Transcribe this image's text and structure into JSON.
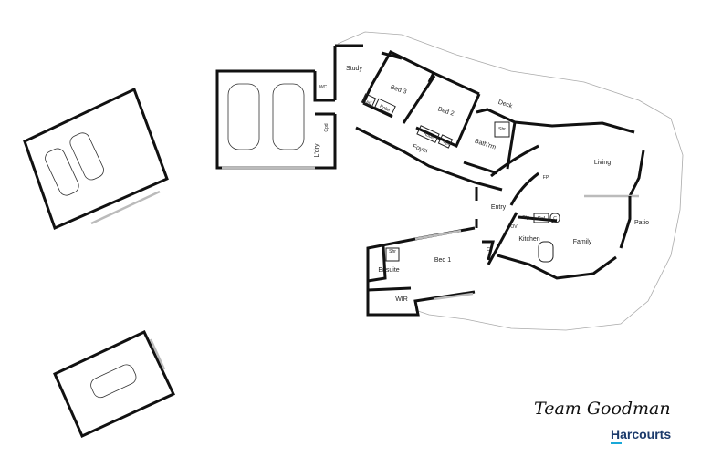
{
  "rooms": {
    "study": "Study",
    "bed3": "Bed 3",
    "bed3_cpd": "Cpd",
    "bed3_robe": "Robe",
    "bed2": "Bed 2",
    "bed2_robe": "Robe",
    "bed2_cpd": "Cpd",
    "deck": "Deck",
    "bathroom": "Bath'rm",
    "bath_shower": "Shr",
    "wc": "WC",
    "laundry": "L'dry",
    "laundry_cpd": "Cpd",
    "foyer": "Foyer",
    "living": "Living",
    "fireplace": "FP",
    "entry": "Entry",
    "pantry": "Pty",
    "fridge": "Ref",
    "kitchen_c": "C",
    "oven": "OV",
    "kitchen": "Kitchen",
    "family": "Family",
    "patio": "Patio",
    "bed1": "Bed 1",
    "ensuite": "Ensuite",
    "ensuite_shower": "Shr",
    "wir": "WIR",
    "entry_c": "C"
  },
  "branding": {
    "team": "Team Goodman",
    "agency": "Harcourts",
    "agency_color": "#1b3a6b",
    "accent_color": "#19a8d8"
  }
}
